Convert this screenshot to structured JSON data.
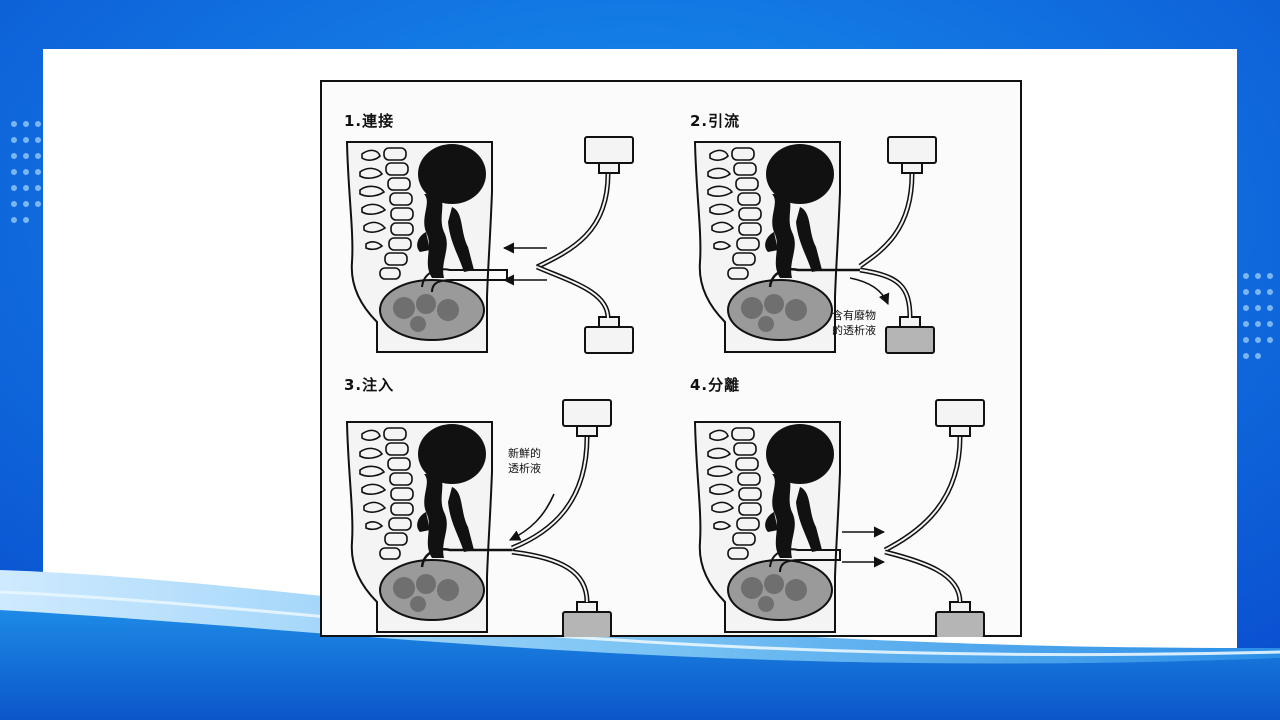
{
  "colors": {
    "slide_blue": "#0a6fe0",
    "panel": "#ffffff",
    "ink": "#111111",
    "cavity_gray": "#9a9a9a"
  },
  "diagram": {
    "steps": [
      {
        "label": "1.連接"
      },
      {
        "label": "2.引流",
        "note_line1": "含有廢物",
        "note_line2": "的透析液"
      },
      {
        "label": "3.注入",
        "note_line1": "新鮮的",
        "note_line2": "透析液"
      },
      {
        "label": "4.分離"
      }
    ]
  }
}
